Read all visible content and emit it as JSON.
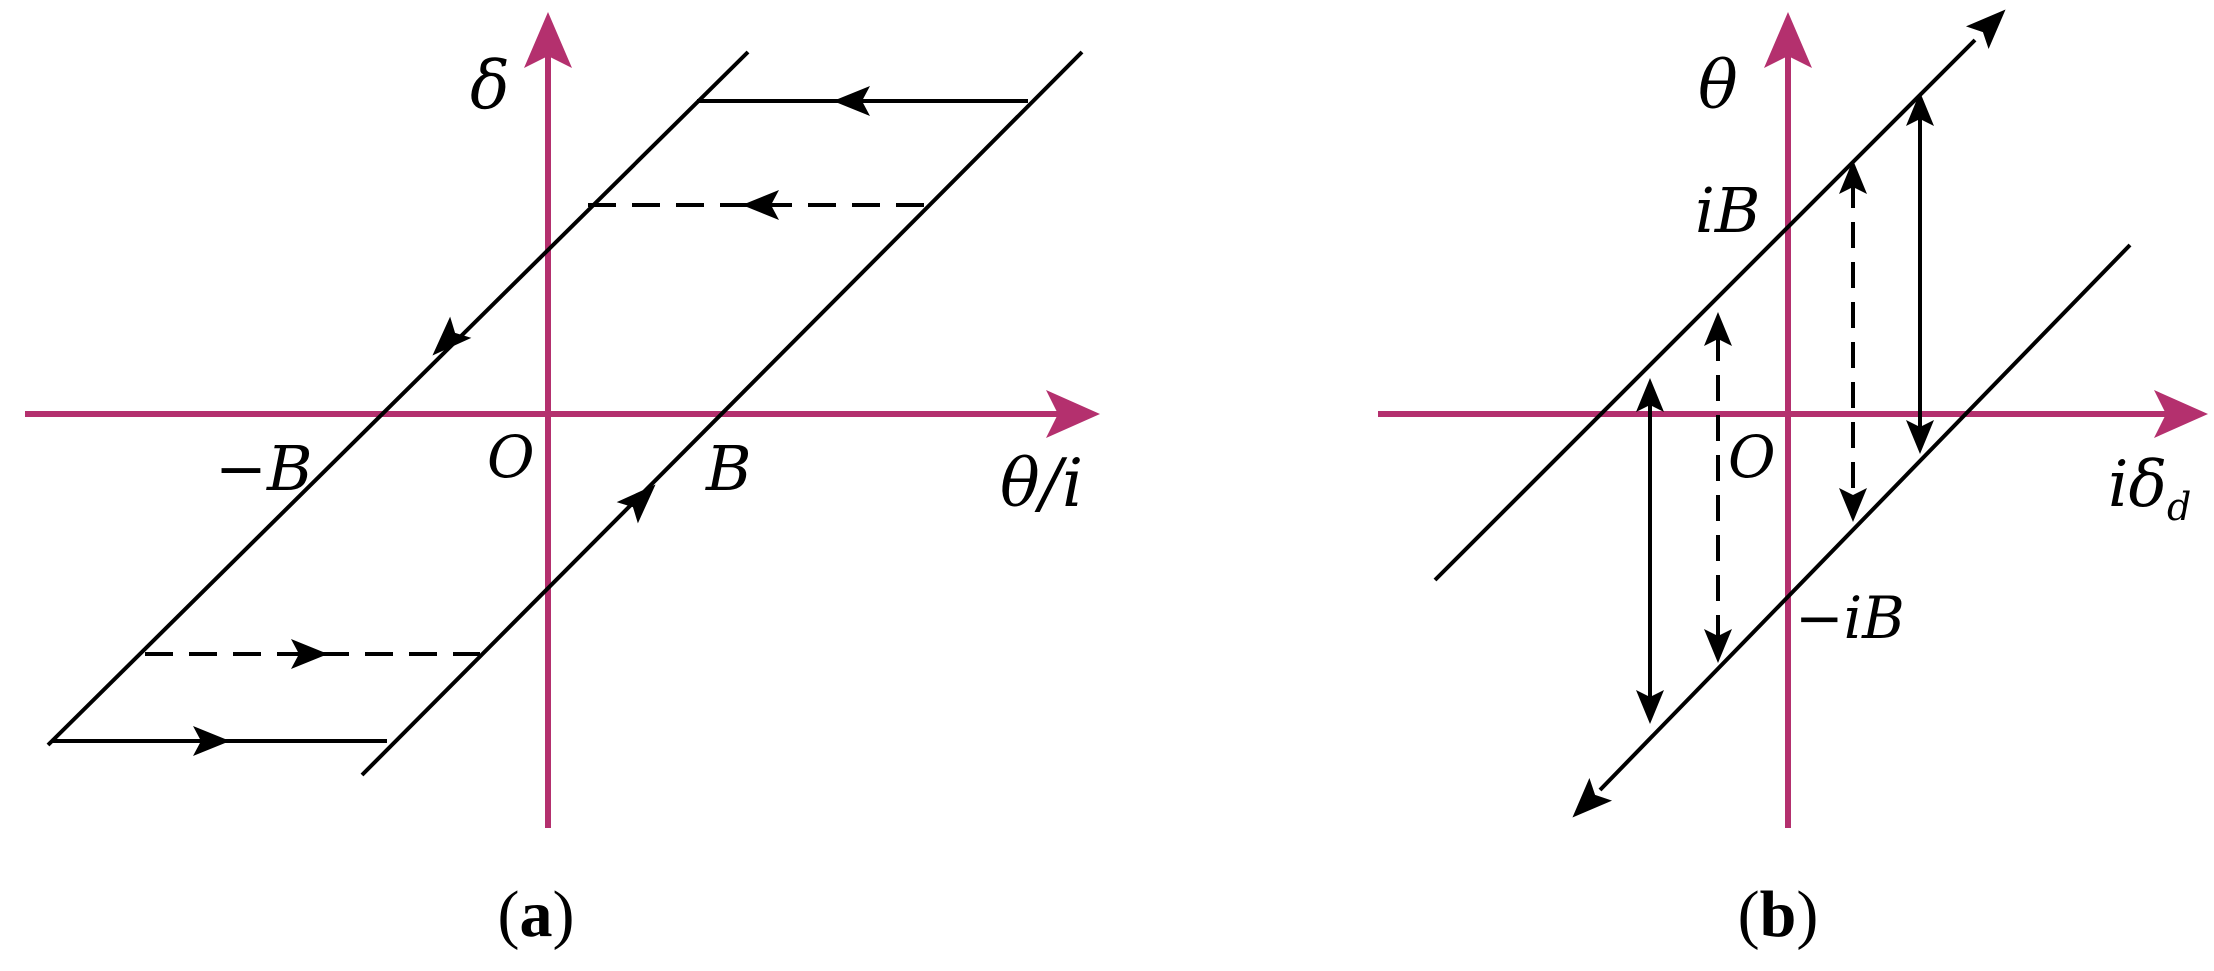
{
  "colors": {
    "axis": "#B4306E",
    "line": "#000000"
  },
  "panel_a": {
    "y_axis_label": "δ",
    "x_axis_label": "θ/i",
    "origin_label": "O",
    "pos_tick": "B",
    "neg_tick": "−B",
    "caption_open": "(",
    "caption_letter": "a",
    "caption_close": ")"
  },
  "panel_b": {
    "y_axis_label": "θ",
    "x_axis_label_main": "iδ",
    "x_axis_label_sub": "d",
    "origin_label": "O",
    "pos_tick": "iB",
    "neg_tick": "−iB",
    "caption_open": "(",
    "caption_letter": "b",
    "caption_close": ")"
  }
}
